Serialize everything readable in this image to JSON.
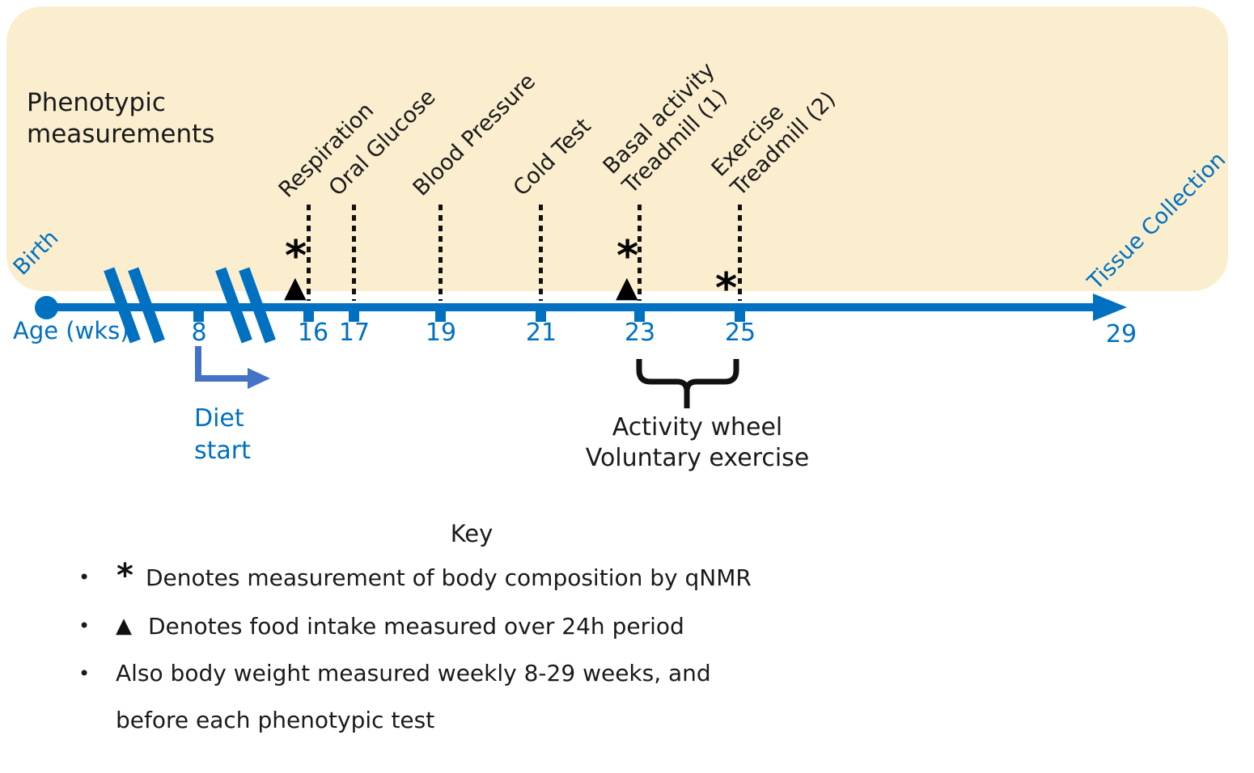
{
  "figure": {
    "panel_title": "Phenotypic\nmeasurements",
    "axis": {
      "label": "Age (wks)",
      "start_label": "Birth",
      "end_label": "Tissue Collection",
      "end_week": "29",
      "ticks": [
        "8",
        "16",
        "17",
        "19",
        "21",
        "23",
        "25"
      ]
    },
    "events": [
      {
        "week": 16,
        "label": "Respiration"
      },
      {
        "week": 17,
        "label": "Oral Glucose"
      },
      {
        "week": 19,
        "label": "Blood Pressure"
      },
      {
        "week": 21,
        "label": "Cold Test"
      },
      {
        "week": 23,
        "label": "Basal activity\nTreadmill (1)"
      },
      {
        "week": 25,
        "label": "Exercise\nTreadmill (2)"
      }
    ],
    "markers": {
      "qnmr_symbol": "*",
      "food_symbol": "▲",
      "qnmr_weeks": [
        16,
        23,
        25
      ],
      "food_intake_weeks": [
        16,
        23
      ]
    },
    "diet": {
      "label": "Diet\nstart",
      "week": 8
    },
    "brace": {
      "from_week": 23,
      "to_week": 25,
      "caption": "Activity wheel\nVoluntary exercise"
    },
    "key": {
      "title": "Key",
      "bullet_char": "•",
      "bullets": [
        {
          "symbol": "*",
          "text": "Denotes measurement of body composition by qNMR"
        },
        {
          "symbol": "▲",
          "text": "Denotes food intake measured over 24h period"
        },
        {
          "symbol": "",
          "text": "Also body weight measured weekly 8-29 weeks, and",
          "text2": "before each phenotypic test"
        }
      ]
    },
    "colors": {
      "timeline_blue": "#0070C0",
      "diet_arrow_blue": "#4472C4",
      "panel_beige": "#FBEECF",
      "text_black": "#111111"
    }
  }
}
